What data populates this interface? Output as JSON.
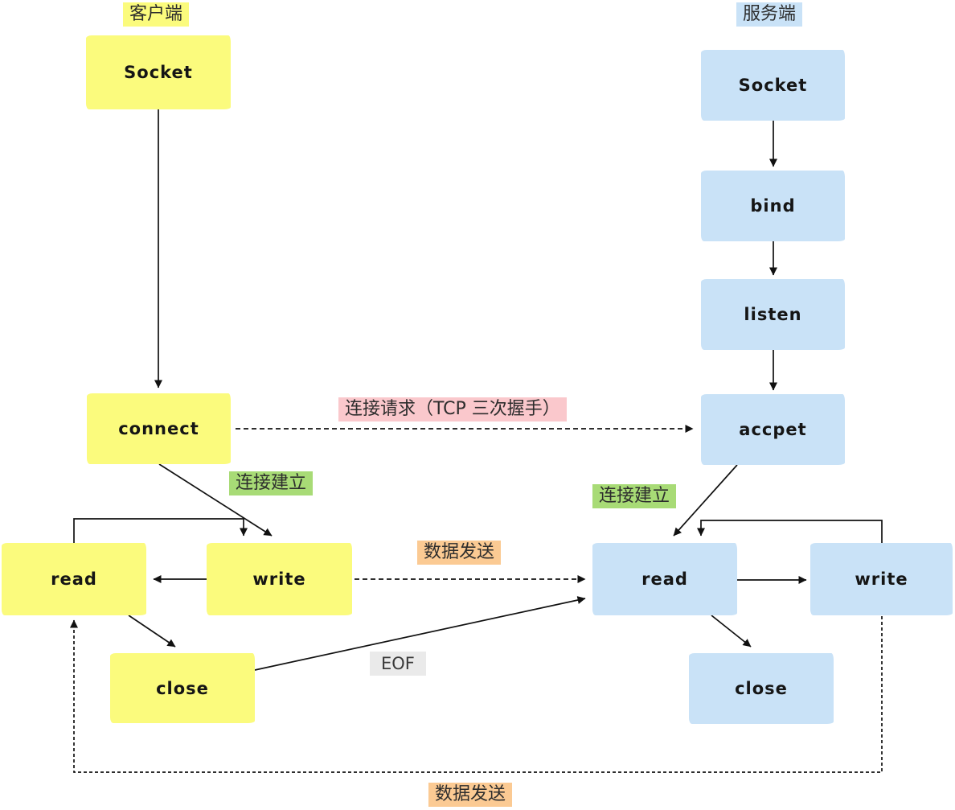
{
  "diagram": {
    "client": {
      "heading": "客户端",
      "nodes": {
        "socket": "Socket",
        "connect": "connect",
        "read": "read",
        "write": "write",
        "close": "close"
      }
    },
    "server": {
      "heading": "服务端",
      "nodes": {
        "socket": "Socket",
        "bind": "bind",
        "listen": "listen",
        "accept": "accpet",
        "read": "read",
        "write": "write",
        "close": "close"
      }
    },
    "labels": {
      "tcp_handshake": "连接请求（TCP 三次握手）",
      "conn_established_client": "连接建立",
      "conn_established_server": "连接建立",
      "data_send_mid": "数据发送",
      "data_send_bottom": "数据发送",
      "eof": "EOF"
    },
    "colors": {
      "client_box": "#FBFB7D",
      "server_box": "#C9E2F7",
      "handshake_label_bg": "#FAC8CC",
      "established_label_bg": "#A8DB76",
      "data_label_bg": "#FBCA93",
      "eof_label_bg": "#EAEAEA",
      "line_color": "#111111"
    }
  }
}
